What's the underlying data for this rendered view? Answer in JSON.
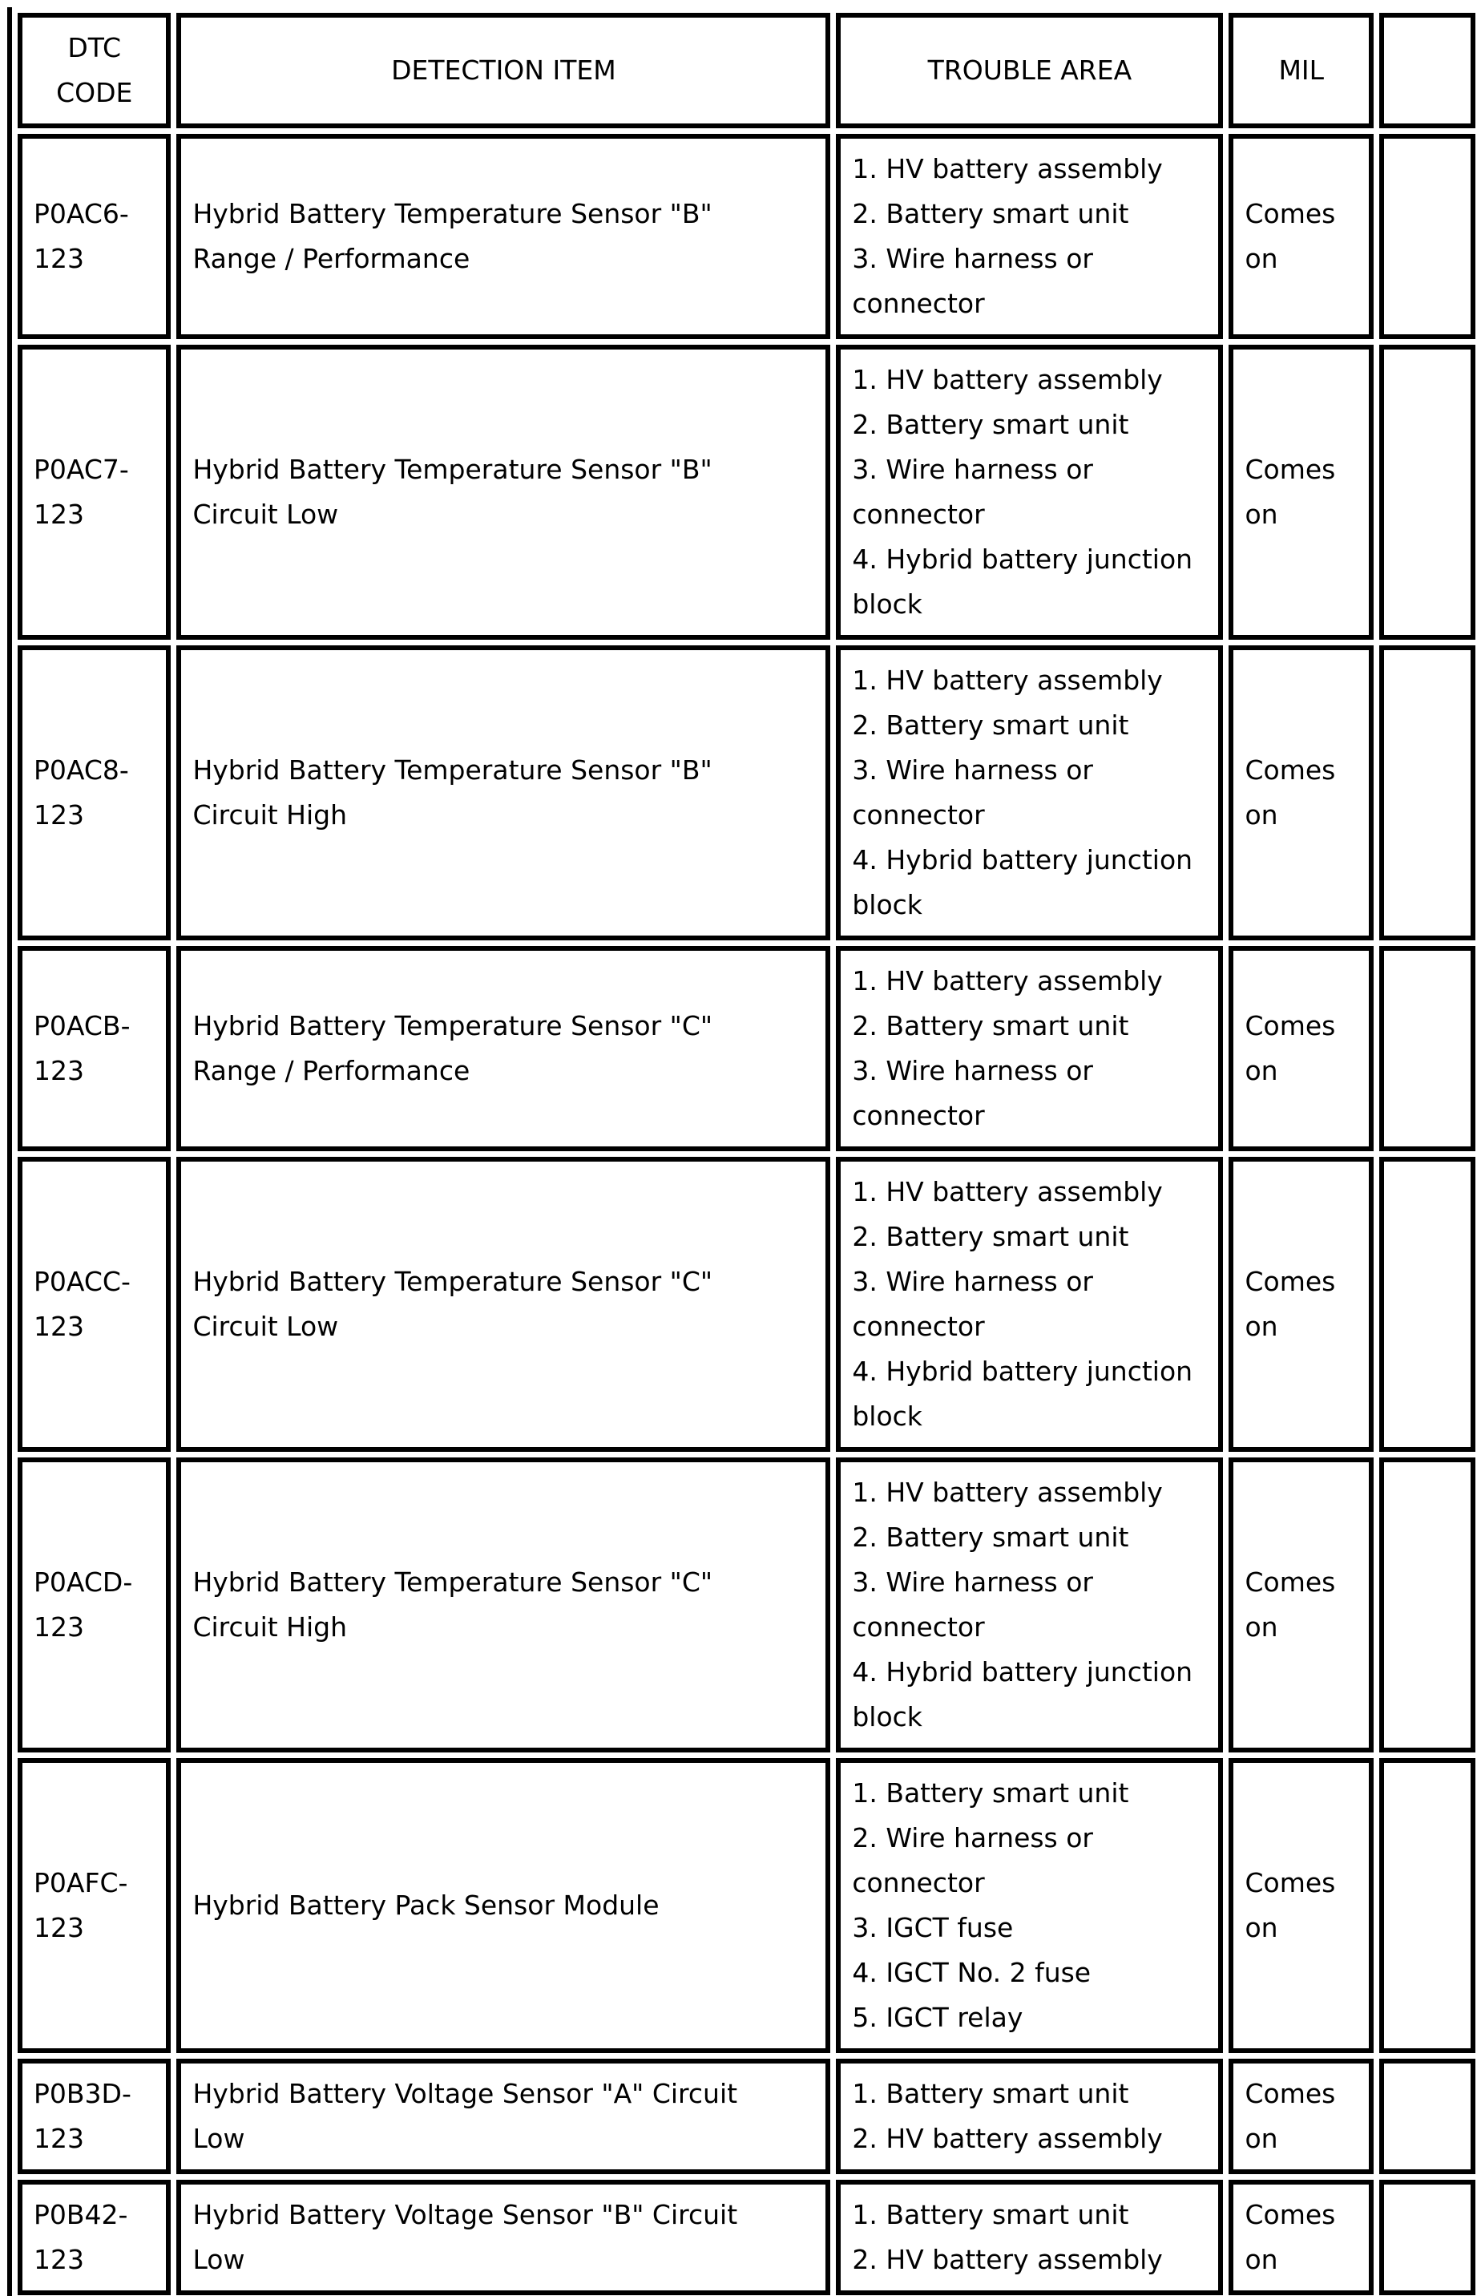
{
  "table": {
    "columns": {
      "dtc_code": [
        "DTC",
        "CODE"
      ],
      "detection_item": "DETECTION ITEM",
      "trouble_area": "TROUBLE AREA",
      "mil": "MIL"
    },
    "rows": [
      {
        "dtc_code": [
          "P0AC6-",
          "123"
        ],
        "detection_item": [
          "Hybrid Battery Temperature Sensor \"B\"",
          "Range / Performance"
        ],
        "trouble_area": [
          "1. HV battery assembly",
          "2. Battery smart unit",
          "3. Wire harness or",
          "connector"
        ],
        "mil": [
          "Comes",
          "on"
        ]
      },
      {
        "dtc_code": [
          "P0AC7-",
          "123"
        ],
        "detection_item": [
          "Hybrid Battery Temperature Sensor \"B\"",
          "Circuit Low"
        ],
        "trouble_area": [
          "1. HV battery assembly",
          "2. Battery smart unit",
          "3. Wire harness or",
          "connector",
          "4. Hybrid battery junction",
          "block"
        ],
        "mil": [
          "Comes",
          "on"
        ]
      },
      {
        "dtc_code": [
          "P0AC8-",
          "123"
        ],
        "detection_item": [
          "Hybrid Battery Temperature Sensor \"B\"",
          "Circuit High"
        ],
        "trouble_area": [
          "1. HV battery assembly",
          "2. Battery smart unit",
          "3. Wire harness or",
          "connector",
          "4. Hybrid battery junction",
          "block"
        ],
        "mil": [
          "Comes",
          "on"
        ]
      },
      {
        "dtc_code": [
          "P0ACB-",
          "123"
        ],
        "detection_item": [
          "Hybrid Battery Temperature Sensor \"C\"",
          "Range / Performance"
        ],
        "trouble_area": [
          "1. HV battery assembly",
          "2. Battery smart unit",
          "3. Wire harness or",
          "connector"
        ],
        "mil": [
          "Comes",
          "on"
        ]
      },
      {
        "dtc_code": [
          "P0ACC-",
          "123"
        ],
        "detection_item": [
          "Hybrid Battery Temperature Sensor \"C\"",
          "Circuit Low"
        ],
        "trouble_area": [
          "1. HV battery assembly",
          "2. Battery smart unit",
          "3. Wire harness or",
          "connector",
          "4. Hybrid battery junction",
          "block"
        ],
        "mil": [
          "Comes",
          "on"
        ]
      },
      {
        "dtc_code": [
          "P0ACD-",
          "123"
        ],
        "detection_item": [
          "Hybrid Battery Temperature Sensor \"C\"",
          "Circuit High"
        ],
        "trouble_area": [
          "1. HV battery assembly",
          "2. Battery smart unit",
          "3. Wire harness or",
          "connector",
          "4. Hybrid battery junction",
          "block"
        ],
        "mil": [
          "Comes",
          "on"
        ]
      },
      {
        "dtc_code": [
          "P0AFC-",
          "123"
        ],
        "detection_item": [
          "Hybrid Battery Pack Sensor Module"
        ],
        "trouble_area": [
          "1. Battery smart unit",
          "2. Wire harness or",
          "connector",
          "3. IGCT fuse",
          "4. IGCT No. 2 fuse",
          "5. IGCT relay"
        ],
        "mil": [
          "Comes",
          "on"
        ]
      },
      {
        "dtc_code": [
          "P0B3D-",
          "123"
        ],
        "detection_item": [
          "Hybrid Battery Voltage Sensor \"A\" Circuit",
          "Low"
        ],
        "trouble_area": [
          "1. Battery smart unit",
          "2. HV battery assembly"
        ],
        "mil": [
          "Comes",
          "on"
        ]
      },
      {
        "dtc_code": [
          "P0B42-",
          "123"
        ],
        "detection_item": [
          "Hybrid Battery Voltage Sensor \"B\" Circuit",
          "Low"
        ],
        "trouble_area": [
          "1. Battery smart unit",
          "2. HV battery assembly"
        ],
        "mil": [
          "Comes",
          "on"
        ]
      }
    ]
  }
}
